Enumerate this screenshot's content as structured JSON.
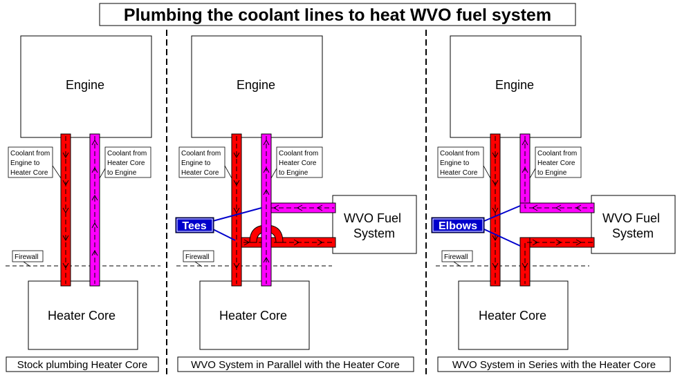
{
  "title": "Plumbing the coolant lines to heat WVO fuel system",
  "panels": [
    {
      "engine": "Engine",
      "heater_core": "Heater Core",
      "label_left": [
        "Coolant from",
        "Engine to",
        "Heater Core"
      ],
      "label_right": [
        "Coolant from",
        "Heater Core",
        "to Engine"
      ],
      "firewall": "Firewall",
      "caption": "Stock plumbing Heater Core"
    },
    {
      "engine": "Engine",
      "heater_core": "Heater Core",
      "label_left": [
        "Coolant from",
        "Engine to",
        "Heater Core"
      ],
      "label_right": [
        "Coolant from",
        "Heater Core",
        "to Engine"
      ],
      "firewall": "Firewall",
      "wvo": [
        "WVO Fuel",
        "System"
      ],
      "callout": "Tees",
      "caption": "WVO System in Parallel with the Heater Core"
    },
    {
      "engine": "Engine",
      "heater_core": "Heater Core",
      "label_left": [
        "Coolant from",
        "Engine to",
        "Heater Core"
      ],
      "label_right": [
        "Coolant from",
        "Heater Core",
        "to Engine"
      ],
      "firewall": "Firewall",
      "wvo": [
        "WVO Fuel",
        "System"
      ],
      "callout": "Elbows",
      "caption": "WVO System in Series with the Heater Core"
    }
  ],
  "colors": {
    "red_line": "#ff0000",
    "magenta_line": "#ff00ff",
    "callout_bg": "#0000cc",
    "callout_line": "#0000cc",
    "outline": "#000000"
  }
}
